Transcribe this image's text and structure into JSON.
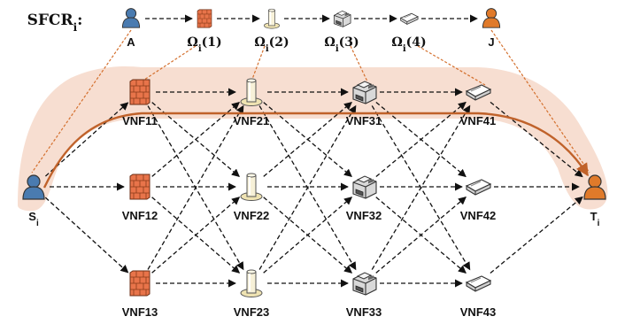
{
  "header": {
    "sfcr_main": "SFCR",
    "sfcr_sub": "i",
    "sfcr_colon": ":",
    "source_label": "A",
    "dest_label": "J",
    "omega_labels": [
      {
        "main": "Ω",
        "sub": "i",
        "arg": "(1)"
      },
      {
        "main": "Ω",
        "sub": "i",
        "arg": "(2)"
      },
      {
        "main": "Ω",
        "sub": "i",
        "arg": "(3)"
      },
      {
        "main": "Ω",
        "sub": "i",
        "arg": "(4)"
      }
    ]
  },
  "nodes": {
    "source": {
      "main": "S",
      "sub": "i"
    },
    "target": {
      "main": "T",
      "sub": "i"
    },
    "vnf_columns": [
      {
        "type": "firewall-icon",
        "labels": [
          "VNF11",
          "VNF12",
          "VNF13"
        ]
      },
      {
        "type": "cylinder-icon",
        "labels": [
          "VNF21",
          "VNF22",
          "VNF23"
        ]
      },
      {
        "type": "printer-icon",
        "labels": [
          "VNF31",
          "VNF32",
          "VNF33"
        ]
      },
      {
        "type": "scanner-icon",
        "labels": [
          "VNF41",
          "VNF42",
          "VNF43"
        ]
      }
    ]
  },
  "colors": {
    "path_highlight": "#f6d8c9",
    "path_line": "#c0622a",
    "source_user": "#4a7bb0",
    "target_user": "#e07a2a",
    "firewall": "#e8744a",
    "mapping_dash": "#d4702e"
  }
}
